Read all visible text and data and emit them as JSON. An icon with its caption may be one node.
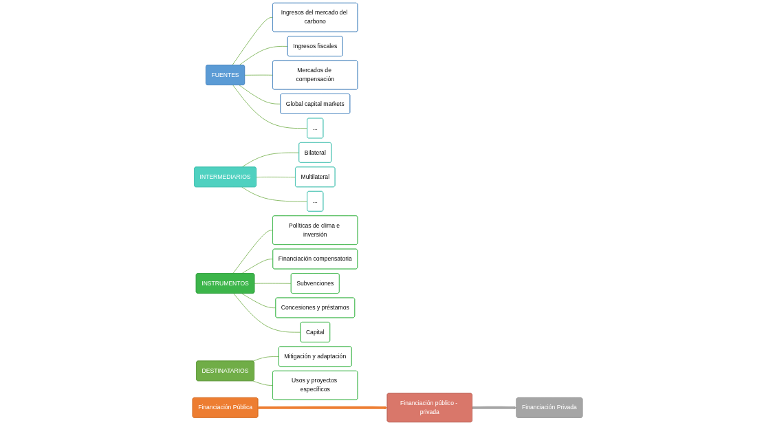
{
  "diagram": {
    "nodes": [
      {
        "text": [
          "Financiación Pública"
        ]
      },
      {
        "text": [
          "Financiación público - privada"
        ]
      },
      {
        "text": [
          "Financiación Privada"
        ]
      },
      {
        "text": [
          "FUENTES"
        ]
      },
      {
        "text": [
          "Ingresos del mercado del carbono"
        ]
      },
      {
        "text": [
          "Ingresos fiscales"
        ]
      },
      {
        "text": [
          "Mercados de compensación"
        ]
      },
      {
        "text": [
          "Global capital markets"
        ]
      },
      {
        "text": [
          "..."
        ]
      },
      {
        "text": [
          "INTERMEDIARIOS"
        ]
      },
      {
        "text": [
          "Bilateral"
        ]
      },
      {
        "text": [
          "Multilateral"
        ]
      },
      {
        "text": [
          "..."
        ]
      },
      {
        "text": [
          "INSTRUMENTOS"
        ]
      },
      {
        "text": [
          "Políticas de clima e inversión"
        ]
      },
      {
        "text": [
          "Financiación compensatoria"
        ]
      },
      {
        "text": [
          "Subvenciones"
        ]
      },
      {
        "text": [
          "Concesiones y préstamos"
        ]
      },
      {
        "text": [
          "Capital"
        ]
      },
      {
        "text": [
          "DESTINATARIOS"
        ]
      },
      {
        "text": [
          "Mitigación y adaptación"
        ]
      },
      {
        "text": [
          "Usos y proyectos específicos"
        ]
      }
    ],
    "edges": [
      {
        "from": 0,
        "to": 1,
        "arrow": "to",
        "style": "thick",
        "color": "#ed7d31"
      },
      {
        "from": 1,
        "to": 2,
        "arrow": "to",
        "style": "thick",
        "color": "#a5a5a5"
      },
      {
        "from": 3,
        "to": 4,
        "arrow": "none"
      },
      {
        "from": 3,
        "to": 5,
        "arrow": "none"
      },
      {
        "from": 3,
        "to": 6,
        "arrow": "none"
      },
      {
        "from": 3,
        "to": 7,
        "arrow": "none"
      },
      {
        "from": 3,
        "to": 8,
        "arrow": "none"
      },
      {
        "from": 9,
        "to": 10,
        "arrow": "none"
      },
      {
        "from": 9,
        "to": 11,
        "arrow": "none"
      },
      {
        "from": 9,
        "to": 12,
        "arrow": "none"
      },
      {
        "from": 13,
        "to": 14,
        "arrow": "none"
      },
      {
        "from": 13,
        "to": 15,
        "arrow": "none"
      },
      {
        "from": 13,
        "to": 16,
        "arrow": "none"
      },
      {
        "from": 13,
        "to": 17,
        "arrow": "none"
      },
      {
        "from": 13,
        "to": 18,
        "arrow": "none"
      },
      {
        "from": 19,
        "to": 20,
        "arrow": "none"
      },
      {
        "from": 19,
        "to": 21,
        "arrow": "none"
      }
    ]
  }
}
